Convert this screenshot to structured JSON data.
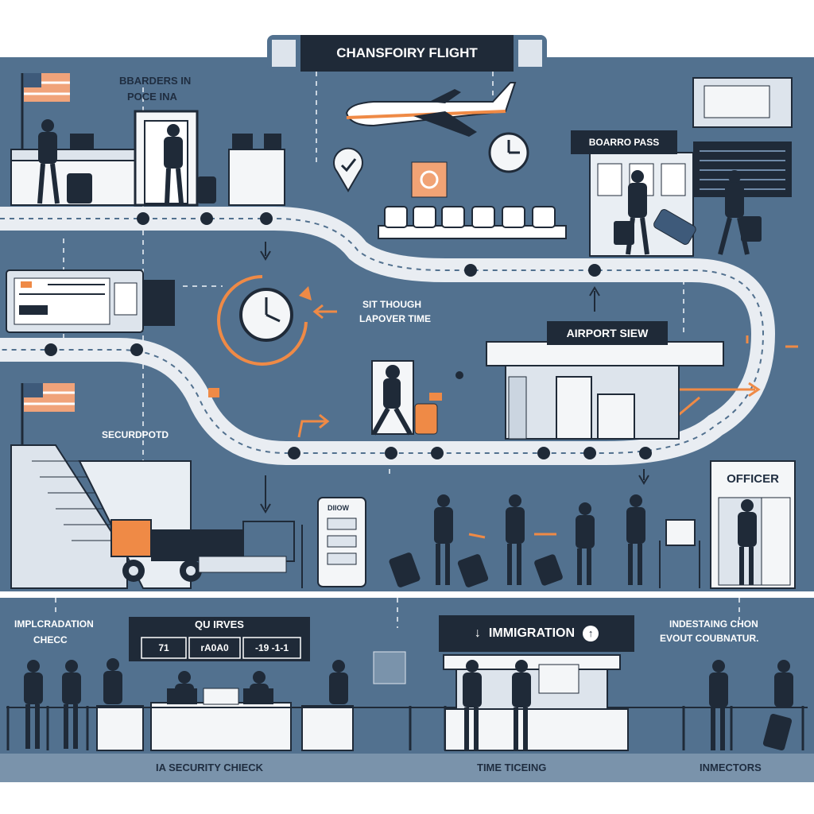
{
  "header": {
    "title": "CHANSFOIRY FLIGHT"
  },
  "labels": {
    "boarders": "BBARDERS IN",
    "boarders_sub": "POCE INA",
    "board_pass": "BOARRO PASS",
    "sit_through": "SIT THOUGH",
    "layover": "LAPOVER TIME",
    "airport_view": "AIRPORT SIEW",
    "securport": "SECURDPOTD",
    "officer": "OFFICER",
    "kiosk_top": "DIIOW",
    "immigration_check_1": "IMPLCRADATION",
    "immigration_check_2": "CHECC",
    "queues_title": "QU IRVES",
    "immigration": "IMMIGRATION",
    "inspecting_1": "INDESTAING CHON",
    "inspecting_2": "EVOUT COUBNATUR.",
    "security_check": "IA SECURITY CHIECK",
    "time_ticketing": "TIME TICEING",
    "inspectors": "INMECTORS"
  },
  "queue_board": {
    "cells": [
      "71",
      "rA0A0",
      "-19 -1-1"
    ]
  },
  "colors": {
    "bg": "#52718f",
    "path": "#e9edf2",
    "dark": "#1f2a38",
    "accent": "#ef8a46",
    "light": "#dde4ec"
  },
  "icons": [
    "flag-icon",
    "airplane-icon",
    "clock-icon",
    "location-pin-icon",
    "luggage-icon",
    "traveler-icon",
    "officer-icon",
    "arrow-icon"
  ]
}
